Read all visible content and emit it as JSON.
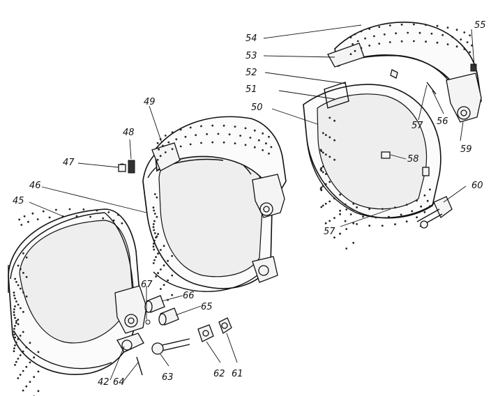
{
  "callouts": [
    "42",
    "45",
    "46",
    "47",
    "48",
    "49",
    "50",
    "51",
    "52",
    "53",
    "54",
    "55",
    "56",
    "57",
    "57",
    "58",
    "59",
    "60",
    "61",
    "62",
    "63",
    "64",
    "65",
    "66",
    "67"
  ]
}
